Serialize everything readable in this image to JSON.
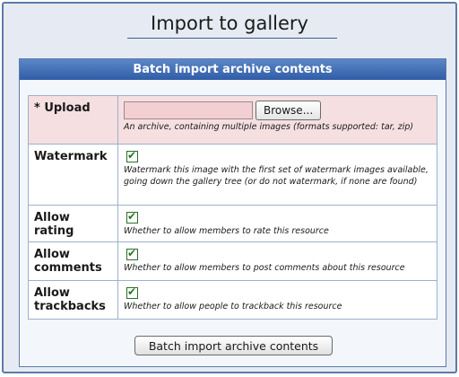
{
  "page": {
    "title": "Import to gallery"
  },
  "panel": {
    "header": "Batch import archive contents"
  },
  "fields": [
    {
      "label": "* Upload",
      "input_value": "",
      "button_label": "Browse...",
      "description": "An archive, containing multiple images (formats supported: tar, zip)"
    },
    {
      "label": "Watermark",
      "checked": true,
      "description": "Watermark this image with the first set of watermark images available, going down the gallery tree (or do not watermark, if none are found)"
    },
    {
      "label": "Allow rating",
      "checked": true,
      "description": "Whether to allow members to rate this resource"
    },
    {
      "label": "Allow comments",
      "checked": true,
      "description": "Whether to allow members to post comments about this resource"
    },
    {
      "label": "Allow trackbacks",
      "checked": true,
      "description": "Whether to allow people to trackback this resource"
    }
  ],
  "submit": {
    "label": "Batch import archive contents"
  },
  "colors": {
    "header_blue": "#2f5da6",
    "required_highlight": "#f5dfe1",
    "check_green": "#1e7a1e"
  }
}
